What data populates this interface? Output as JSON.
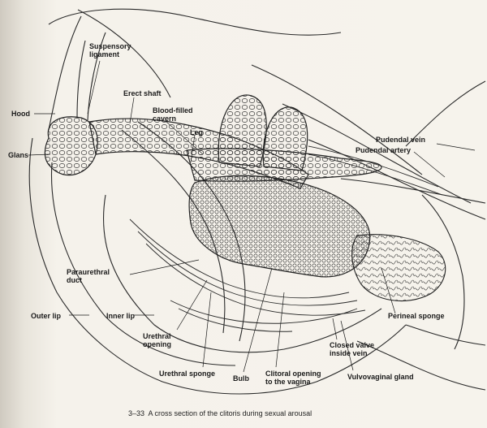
{
  "labels": {
    "suspensory": "Suspensory\nligament",
    "erect_shaft": "Erect shaft",
    "blood_filled": "Blood-filled\ncavern",
    "hood": "Hood",
    "glans": "Glans",
    "leg": "Leg",
    "pudendal_vein": "Pudendal vein",
    "pudendal_artery": "Pudendal artery",
    "paraurethral": "Paraurethral\nduct",
    "outer_lip": "Outer lip",
    "inner_lip": "Inner lip",
    "urethral_opening": "Urethral\nopening",
    "perineal_sponge": "Perineal sponge",
    "closed_valve": "Closed valve\ninside vein",
    "urethral_sponge": "Urethral sponge",
    "bulb": "Bulb",
    "clitoral_opening": "Clitoral opening\nto the vagina",
    "vulvovaginal": "Vulvovaginal gland"
  },
  "caption": "3–33  A cross section of the clitoris during sexual arousal",
  "colors": {
    "line": "#2a2a2a",
    "ink": "#1a1a1a"
  }
}
